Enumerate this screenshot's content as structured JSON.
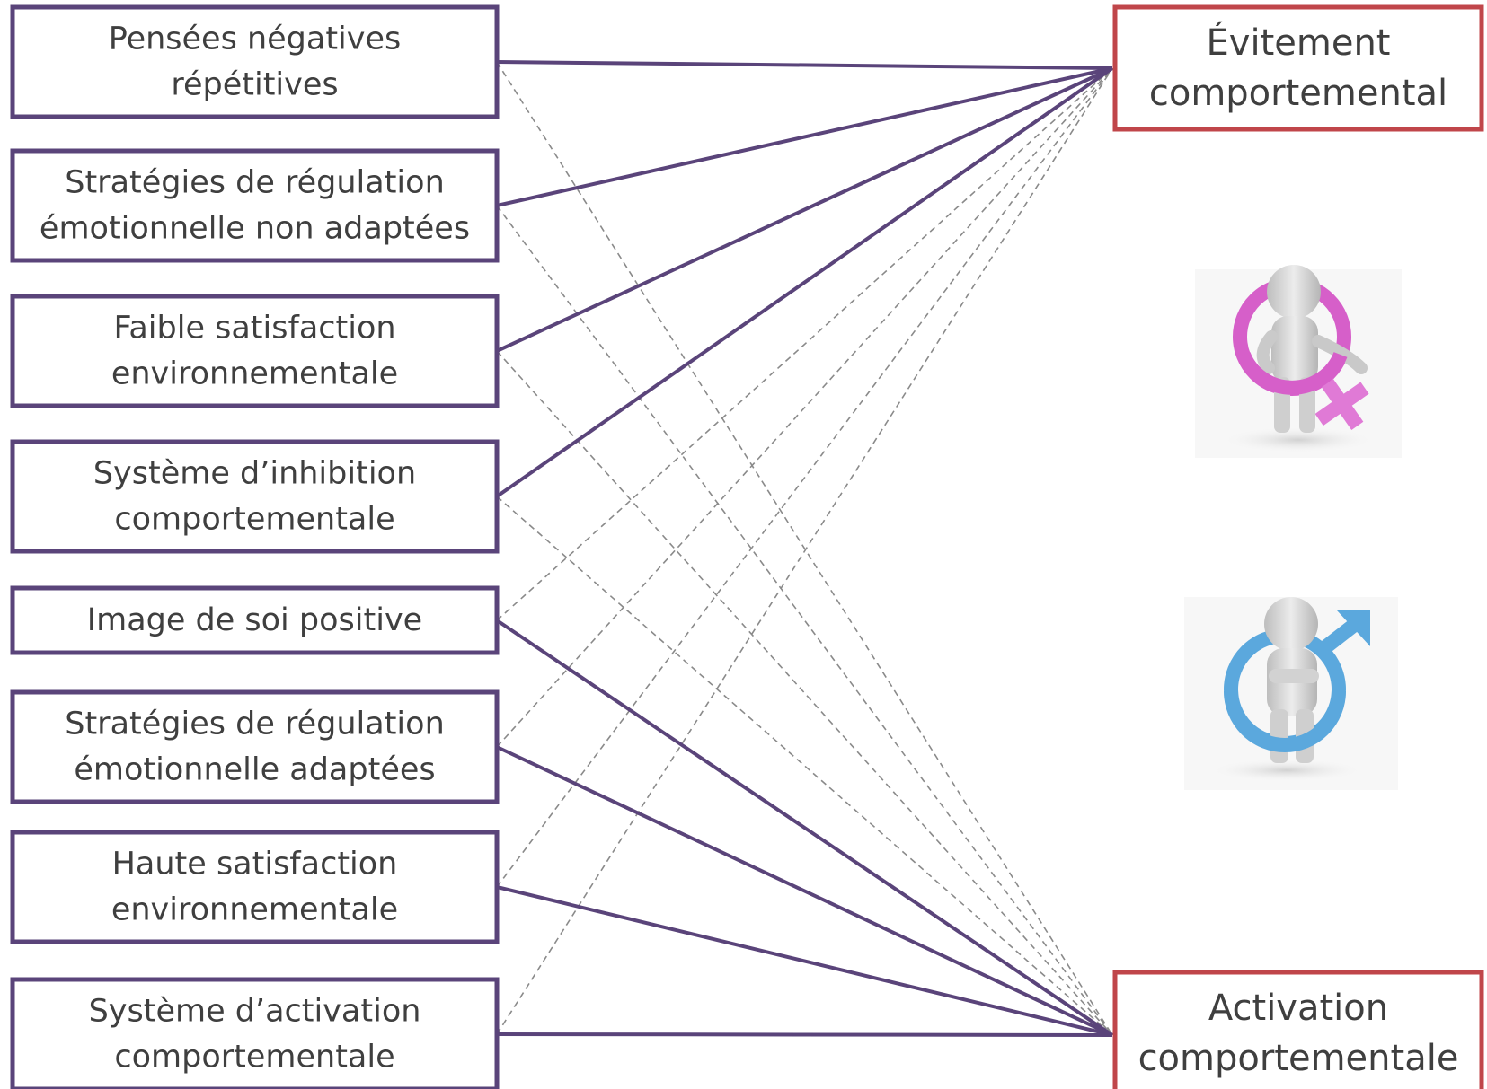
{
  "colors": {
    "predictor_border": "#5a447a",
    "outcome_border": "#c0464a",
    "solid_line": "#5a447a",
    "dashed_line": "#8a8a8a",
    "text": "#3f3f3f",
    "female_symbol": "#d65fc9",
    "male_symbol": "#5ba8dd",
    "figure": "#d9d9d9"
  },
  "predictors": [
    {
      "id": "p1",
      "lines": [
        "Pensées négatives",
        "répétitives"
      ],
      "solid_to": "evitement"
    },
    {
      "id": "p2",
      "lines": [
        "Stratégies de régulation",
        "émotionnelle non adaptées"
      ],
      "solid_to": "evitement"
    },
    {
      "id": "p3",
      "lines": [
        "Faible satisfaction",
        "environnementale"
      ],
      "solid_to": "evitement"
    },
    {
      "id": "p4",
      "lines": [
        "Système d’inhibition",
        "comportementale"
      ],
      "solid_to": "evitement"
    },
    {
      "id": "p5",
      "lines": [
        "Image de soi positive"
      ],
      "solid_to": "activation"
    },
    {
      "id": "p6",
      "lines": [
        "Stratégies de régulation",
        "émotionnelle adaptées"
      ],
      "solid_to": "activation"
    },
    {
      "id": "p7",
      "lines": [
        "Haute satisfaction",
        "environnementale"
      ],
      "solid_to": "activation"
    },
    {
      "id": "p8",
      "lines": [
        "Système d’activation",
        "comportementale"
      ],
      "solid_to": "activation"
    }
  ],
  "outcomes": {
    "evitement": {
      "lines": [
        "Évitement",
        "comportemental"
      ]
    },
    "activation": {
      "lines": [
        "Activation",
        "comportementale"
      ]
    }
  },
  "icons": {
    "female": "female-figure-icon",
    "male": "male-figure-icon"
  }
}
